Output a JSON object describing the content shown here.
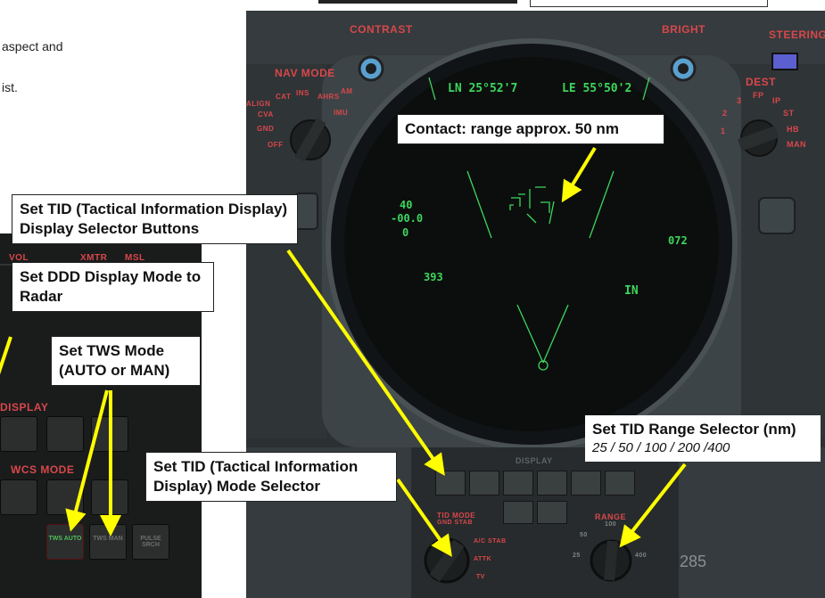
{
  "document": {
    "text_line1": "aspect and",
    "text_line2": "ist.",
    "page_number": "285"
  },
  "left_panel": {
    "vol_label": "VOL",
    "xmtr_label": "XMTR",
    "msl_label": "MSL",
    "display_label": "DISPLAY",
    "wcs_mode_label": "WCS MODE",
    "btn_tws_auto": "TWS AUTO",
    "btn_tws_man": "TWS MAN",
    "btn_pulse_srch": "PULSE SRCH"
  },
  "right_panel": {
    "contrast_label": "CONTRAST",
    "bright_label": "BRIGHT",
    "steering_label": "STEERING",
    "nav_mode_label": "NAV MODE",
    "nav_options": [
      "ALIGN",
      "CAT",
      "INS",
      "AHRS",
      "AM",
      "CVA",
      "IMU",
      "GND",
      "OFF"
    ],
    "dest_label": "DEST",
    "dest_options": [
      "FP",
      "IP",
      "ST",
      "HB",
      "MAN",
      "1",
      "2",
      "3"
    ],
    "display_label": "DISPLAY",
    "tid_mode_label": "TID MODE",
    "gnd_stab_label": "GND STAB",
    "ac_stab_label": "A/C STAB",
    "attk_label": "ATTK",
    "tv_label": "TV",
    "range_label": "RANGE",
    "range_values": [
      "100",
      "50",
      "25",
      "400"
    ]
  },
  "crt": {
    "lat": "LN 25°52'7",
    "lon": "LE 55°50'2",
    "alt_40": "40",
    "alt_00": "-00.0",
    "alt_0": "0",
    "heading": "072",
    "speed": "393",
    "in_label": "IN"
  },
  "callouts": {
    "contact": "Contact: range approx. 50 nm",
    "tid_display_selector": "Set TID (Tactical Information Display) Display Selector Buttons",
    "ddd_mode": "Set DDD Display Mode to Radar",
    "tws_mode": "Set TWS Mode (AUTO or MAN)",
    "tid_mode_selector": "Set TID (Tactical Information Display) Mode Selector",
    "tid_range_title": "Set TID Range Selector (nm)",
    "tid_range_values": "25 / 50 / 100 / 200 /400"
  },
  "colors": {
    "panel_red": "#d8474a",
    "crt_green": "#3cd65c",
    "arrow_yellow": "#ffff00",
    "tws_auto_green": "#4fbf5a"
  }
}
